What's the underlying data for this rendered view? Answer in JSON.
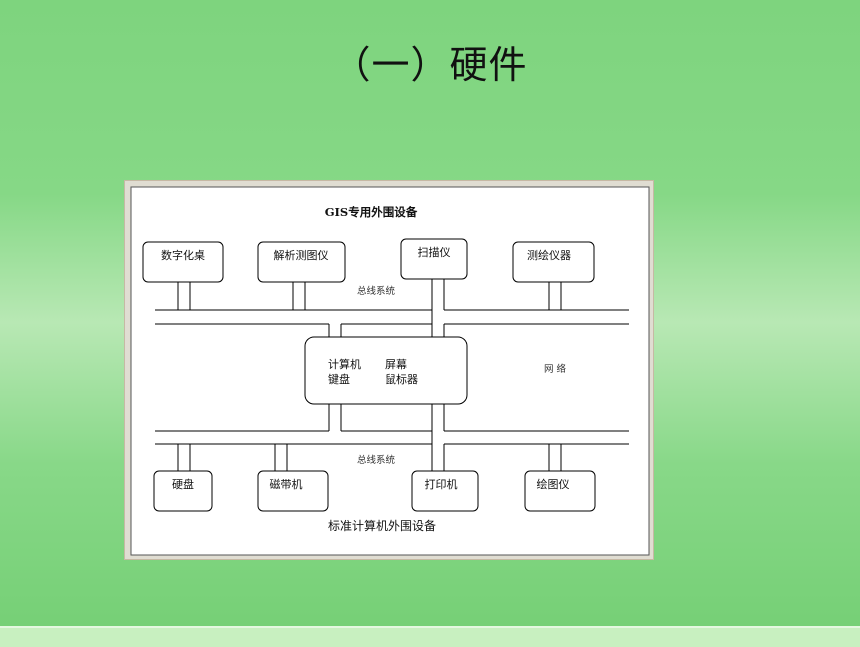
{
  "slide": {
    "title": "（一）硬件"
  },
  "diagram": {
    "top_title": "GIS专用外围设备",
    "bottom_title": "标准计算机外围设备",
    "bus_top": "总线系统",
    "bus_bottom": "总线系统",
    "network": "网 络",
    "center": {
      "line1_left": "计算机",
      "line1_right": "屏幕",
      "line2_left": "键盘",
      "line2_right": "鼠标器"
    },
    "top_devices": [
      "数字化桌",
      "解析测图仪",
      "扫描仪",
      "测绘仪器"
    ],
    "bottom_devices": [
      "硬盘",
      "磁带机",
      "打印机",
      "绘图仪"
    ]
  }
}
